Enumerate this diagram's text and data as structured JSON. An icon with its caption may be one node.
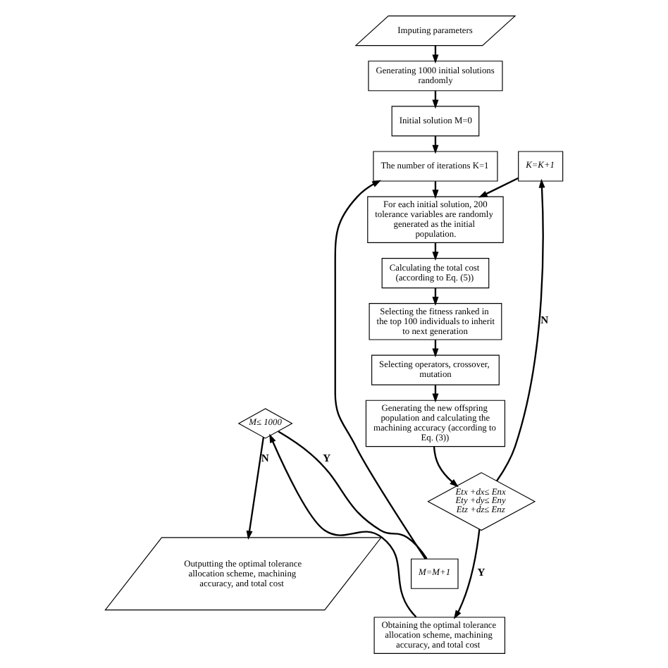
{
  "diagram": {
    "nodes": [
      {
        "text": [
          "Imputing parameters"
        ]
      },
      {
        "text": [
          "Generating 1000 initial solutions randomly"
        ]
      },
      {
        "text": [
          "Initial solution M=0"
        ]
      },
      {
        "text": [
          "The number of iterations K=1"
        ]
      },
      {
        "text": [
          "For each initial solution, 200 tolerance variables are randomly generated as the initial population."
        ]
      },
      {
        "text": [
          "Calculating the total cost (according to Eq. (5))"
        ]
      },
      {
        "text": [
          "Selecting the fitness ranked in the top 100 individuals to inherit to next generation"
        ]
      },
      {
        "text": [
          "Selecting operators, crossover, mutation"
        ]
      },
      {
        "text": [
          "Generating the new offspring population and calculating the machining accuracy (according to Eq. (3))"
        ]
      },
      {
        "text": [
          "K=K+1"
        ]
      },
      {
        "text": [
          "Etx +dx≤ Enx Ety +dy≤ Eny Etz +dz≤ Enz"
        ]
      },
      {
        "text": [
          "Obtaining the optimal tolerance allocation scheme, machining accuracy, and total cost"
        ]
      },
      {
        "text": [
          "M≤ 1000"
        ]
      },
      {
        "text": [
          "M=M+1"
        ]
      },
      {
        "text": [
          "Outputting the optimal tolerance allocation scheme, machining accuracy, and total cost"
        ]
      }
    ],
    "edges": [
      {
        "from": 0,
        "to": 1,
        "arrow": "to"
      },
      {
        "from": 1,
        "to": 2,
        "arrow": "to"
      },
      {
        "from": 2,
        "to": 3,
        "arrow": "to"
      },
      {
        "from": 3,
        "to": 4,
        "arrow": "to"
      },
      {
        "from": 4,
        "to": 5,
        "arrow": "to"
      },
      {
        "from": 5,
        "to": 6,
        "arrow": "to"
      },
      {
        "from": 6,
        "to": 7,
        "arrow": "to"
      },
      {
        "from": 7,
        "to": 8,
        "arrow": "to"
      },
      {
        "from": 8,
        "to": 10,
        "arrow": "to"
      },
      {
        "from": 10,
        "to": 9,
        "arrow": "to",
        "label": "N"
      },
      {
        "from": 9,
        "to": 4,
        "arrow": "to"
      },
      {
        "from": 10,
        "to": 11,
        "arrow": "to",
        "label": "Y"
      },
      {
        "from": 11,
        "to": 12,
        "arrow": "to"
      },
      {
        "from": 12,
        "to": 13,
        "arrow": "none",
        "label": "Y"
      },
      {
        "from": 13,
        "to": 3,
        "arrow": "to"
      },
      {
        "from": 12,
        "to": 14,
        "arrow": "to",
        "label": "N"
      }
    ]
  }
}
